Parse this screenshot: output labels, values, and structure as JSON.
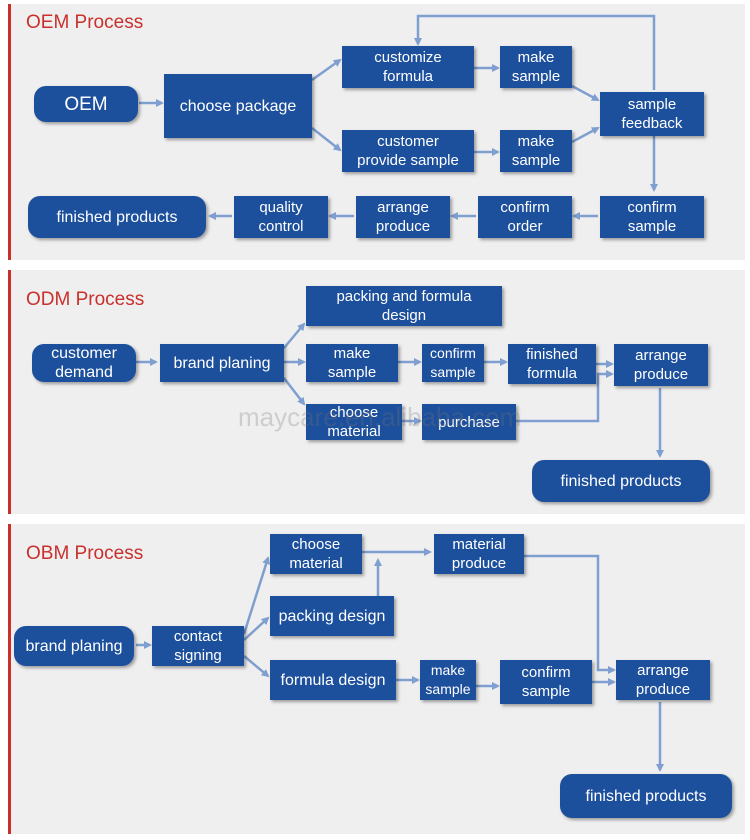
{
  "oem": {
    "title": "OEM Process",
    "oem": "OEM",
    "choose_package": "choose package",
    "customize_formula": "customize\nformula",
    "make_sample_1": "make\nsample",
    "customer_provide_sample": "customer\nprovide sample",
    "make_sample_2": "make\nsample",
    "sample_feedback": "sample\nfeedback",
    "confirm_sample": "confirm\nsample",
    "confirm_order": "confirm\norder",
    "arrange_produce": "arrange\nproduce",
    "quality_control": "quality\ncontrol",
    "finished_products": "finished products"
  },
  "odm": {
    "title": "ODM Process",
    "customer_demand": "customer\ndemand",
    "brand_planing": "brand planing",
    "packing_formula_design": "packing and formula\ndesign",
    "make_sample": "make\nsample",
    "confirm_sample": "confirm\nsample",
    "finished_formula": "finished\nformula",
    "choose_material": "choose\nmaterial",
    "purchase": "purchase",
    "arrange_produce": "arrange\nproduce",
    "finished_products": "finished products"
  },
  "obm": {
    "title": "OBM Process",
    "brand_planing": "brand planing",
    "contact_signing": "contact\nsigning",
    "choose_material": "choose\nmaterial",
    "material_produce": "material\nproduce",
    "packing_design": "packing design",
    "formula_design": "formula design",
    "make_sample": "make\nsample",
    "confirm_sample": "confirm\nsample",
    "arrange_produce": "arrange\nproduce",
    "finished_products": "finished products"
  },
  "watermark": "maycare.en.alibaba.com",
  "colors": {
    "box": "#1c4f9c",
    "arrow": "#7f9fd0",
    "title": "#c9302c",
    "panel": "#efefef"
  }
}
